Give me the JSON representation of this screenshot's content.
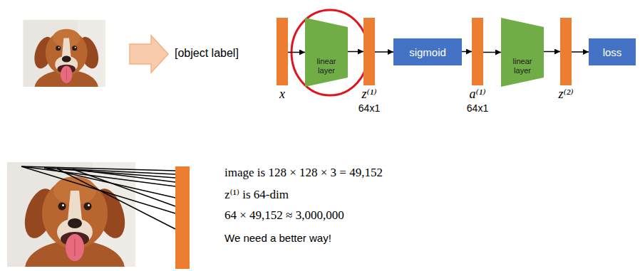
{
  "diagram": {
    "nodes": [
      {
        "text": [
          "x"
        ]
      },
      {
        "text": [
          "linear layer"
        ]
      },
      {
        "text": [
          "z⁽¹⁾",
          "64x1"
        ]
      },
      {
        "text": [
          "sigmoid"
        ]
      },
      {
        "text": [
          "a⁽¹⁾",
          "64x1"
        ]
      },
      {
        "text": [
          "linear layer"
        ]
      },
      {
        "text": [
          "z⁽²⁾"
        ]
      },
      {
        "text": [
          "loss"
        ]
      }
    ],
    "edges": [
      {
        "from": 0,
        "to": 1,
        "arrow": "to"
      },
      {
        "from": 1,
        "to": 2,
        "arrow": "to"
      },
      {
        "from": 2,
        "to": 3,
        "arrow": "to"
      },
      {
        "from": 3,
        "to": 4,
        "arrow": "to"
      },
      {
        "from": 4,
        "to": 5,
        "arrow": "to"
      },
      {
        "from": 5,
        "to": 6,
        "arrow": "to"
      },
      {
        "from": 6,
        "to": 7,
        "arrow": "to"
      }
    ],
    "labels": [
      "[object label]",
      "image is 128 × 128 × 3 = 49,152",
      "z⁽¹⁾ is 64-dim",
      "64 × 49,152 ≈ 3,000,000",
      "We need a better way!"
    ]
  }
}
